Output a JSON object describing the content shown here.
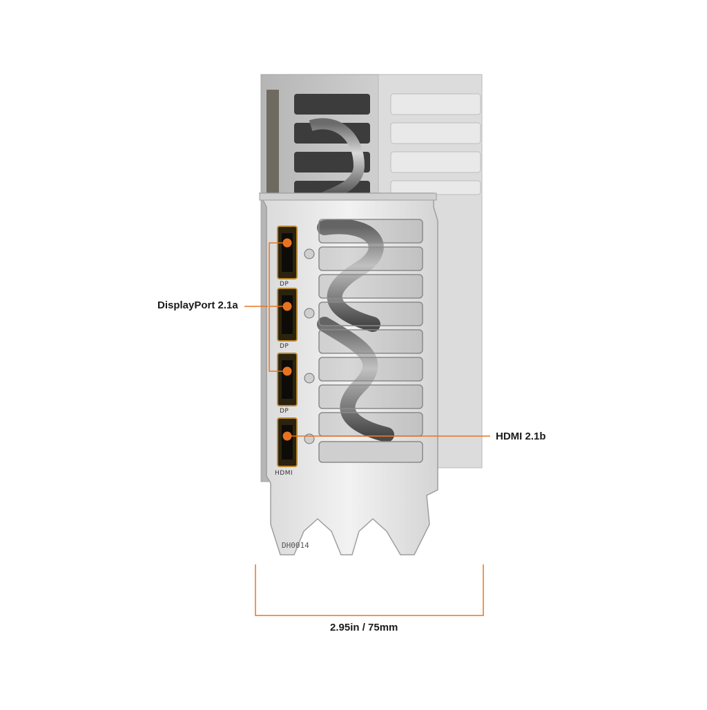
{
  "callouts": {
    "displayport": "DisplayPort 2.1a",
    "hdmi": "HDMI 2.1b"
  },
  "dimension": {
    "label": "2.95in / 75mm"
  },
  "ports": [
    {
      "type": "DP",
      "marking": "DP"
    },
    {
      "type": "DP",
      "marking": "DP"
    },
    {
      "type": "DP",
      "marking": "DP"
    },
    {
      "type": "HDMI",
      "marking": "HDMI"
    }
  ],
  "bracket": {
    "stamp": "DH0014"
  },
  "colors": {
    "accent": "#e8731f",
    "port_gold": "#b8892e",
    "bracket": "#e4e4e4",
    "cooler": "#c8c8c8"
  }
}
